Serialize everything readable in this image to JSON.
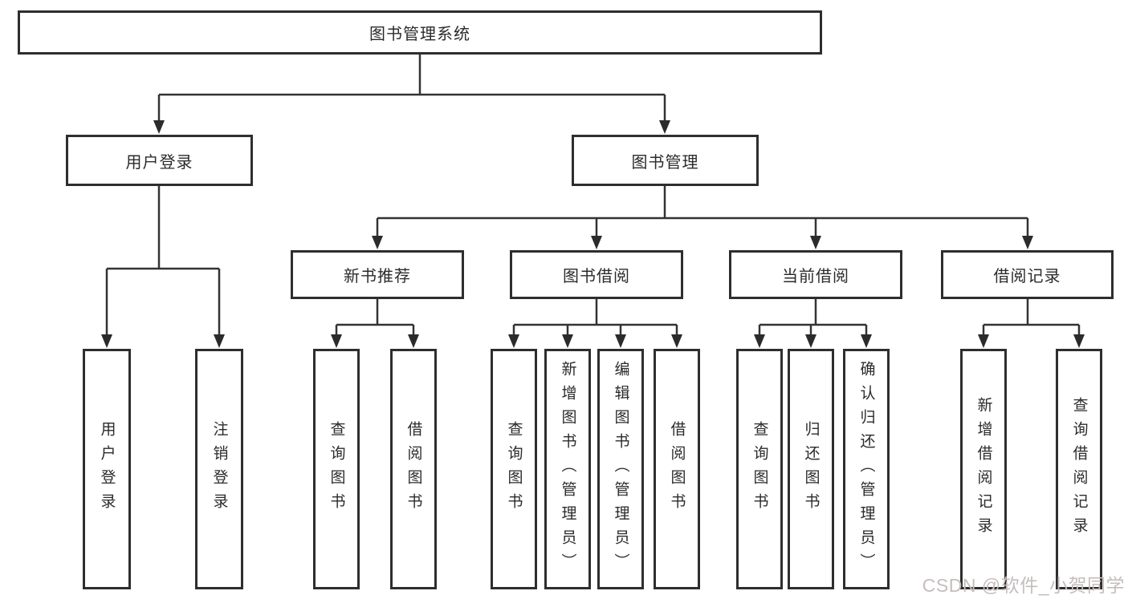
{
  "tree": {
    "root": "图书管理系统",
    "level1": [
      {
        "label": "用户登录",
        "leaves": [
          "用户登录",
          "注销登录"
        ]
      },
      {
        "label": "图书管理",
        "children": [
          {
            "label": "新书推荐",
            "leaves": [
              "查询图书",
              "借阅图书"
            ]
          },
          {
            "label": "图书借阅",
            "leaves": [
              "查询图书",
              "新增图书（管理员）",
              "编辑图书（管理员）",
              "借阅图书"
            ]
          },
          {
            "label": "当前借阅",
            "leaves": [
              "查询图书",
              "归还图书",
              "确认归还（管理员）"
            ]
          },
          {
            "label": "借阅记录",
            "leaves": [
              "新增借阅记录",
              "查询借阅记录"
            ]
          }
        ]
      }
    ]
  },
  "watermark": "CSDN @软件_小贺同学",
  "colors": {
    "line": "#333333",
    "box_border": "#2e2e2e",
    "text": "#2b2b2b",
    "background": "#ffffff",
    "watermark": "#c6bdbd"
  }
}
